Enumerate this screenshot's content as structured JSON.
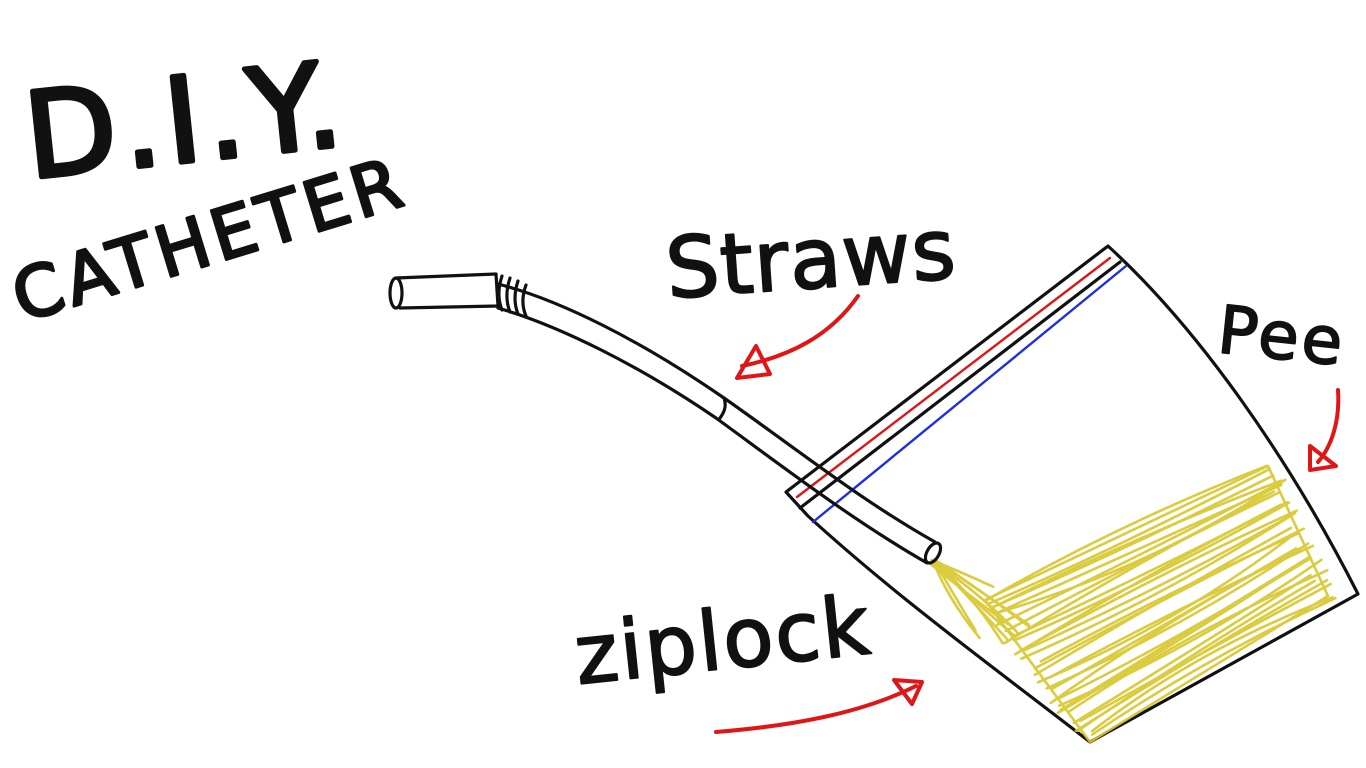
{
  "title": {
    "line1": "D.I.Y.",
    "line2": "CATHETER"
  },
  "labels": {
    "straws": "Straws",
    "pee": "Pee",
    "ziplock": "ziplock"
  },
  "colors": {
    "ink": "#111111",
    "arrow": "#e01616",
    "zip_red": "#e01616",
    "zip_blue": "#1f2fe0",
    "pee": "#d8c62a",
    "background": "#ffffff"
  },
  "icons": {
    "straws_arrow": "red-arrow-icon",
    "pee_arrow": "red-arrow-icon",
    "ziplock_arrow": "red-arrow-icon"
  }
}
